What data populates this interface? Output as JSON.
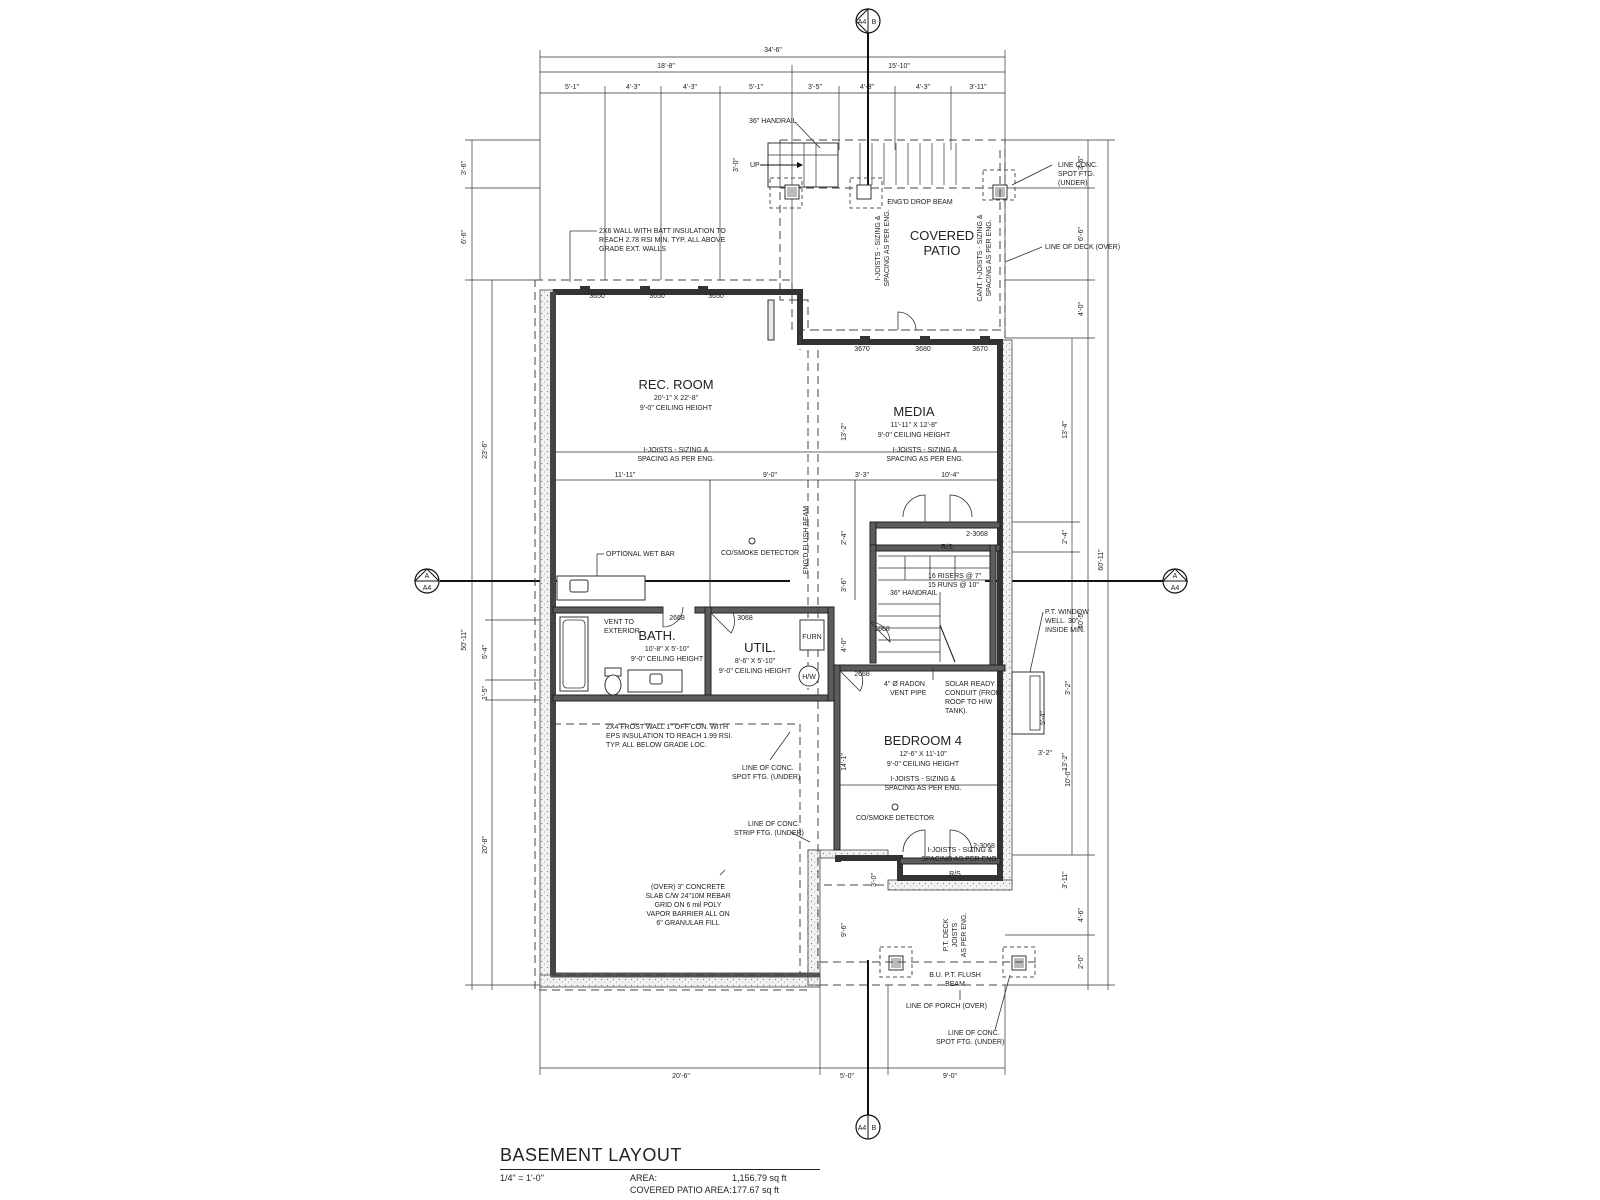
{
  "title": "BASEMENT LAYOUT",
  "scale": "1/4\" = 1'-0\"",
  "area_label": "AREA:",
  "area_value": "1,156.79 sq ft",
  "patio_label": "COVERED PATIO AREA:",
  "patio_value": "177.67 sq ft",
  "section_markers": {
    "top": {
      "sheet": "A4",
      "id": "B"
    },
    "bottom": {
      "sheet": "A4",
      "id": "B"
    },
    "left": {
      "sheet": "A4",
      "id": "A"
    },
    "right": {
      "sheet": "A4",
      "id": "A"
    }
  },
  "top_dims": {
    "overall": "34'-6\"",
    "left_part": "18'-8\"",
    "right_part": "15'-10\"",
    "segments": [
      "5'-1\"",
      "4'-3\"",
      "4'-3\"",
      "5'-1\"",
      "3'-5\"",
      "4'-3\"",
      "4'-3\"",
      "3'-11\""
    ]
  },
  "bottom_dims": [
    "20'-6\"",
    "5'-0\"",
    "9'-0\""
  ],
  "left_dims": [
    "3'-6\"",
    "6'-6\"",
    "23'-6\"",
    "50'-11\"",
    "5'-4\"",
    "1'-5\"",
    "20'-8\""
  ],
  "right_dims": [
    "3'-6\"",
    "6'-6\"",
    "4'-0\"",
    "13'-4\"",
    "2'-4\"",
    "60'-11\"",
    "40'-5\"",
    "13'-2\"",
    "3'-11\"",
    "4'-6\"",
    "2'-0\""
  ],
  "rooms": {
    "rec": {
      "name": "REC. ROOM",
      "size": "20'-1\" X 22'-8\"",
      "height": "9'-0\" CEILING HEIGHT"
    },
    "media": {
      "name": "MEDIA",
      "size": "11'-11\" X 12'-8\"",
      "height": "9'-0\" CEILING HEIGHT"
    },
    "bath": {
      "name": "BATH.",
      "size": "10'-8\" X 5'-10\"",
      "height": "9'-0\" CEILING HEIGHT"
    },
    "util": {
      "name": "UTIL.",
      "size": "8'-6\" X 5'-10\"",
      "height": "9'-0\" CEILING HEIGHT"
    },
    "bedroom": {
      "name": "BEDROOM 4",
      "size": "12'-6\" X 11'-10\"",
      "height": "9'-0\" CEILING HEIGHT"
    },
    "patio_line1": "COVERED",
    "patio_line2": "PATIO"
  },
  "windows": [
    "3650",
    "3650",
    "3650",
    "3670",
    "3680",
    "3670"
  ],
  "doors": [
    "2-3068",
    "2668",
    "3068",
    "2668",
    "2668",
    "2-3068"
  ],
  "interior_dims": [
    "11'-11\"",
    "9'-0\"",
    "3'-3\"",
    "10'-4\"",
    "13'-2\"",
    "2'-4\"",
    "3'-6\"",
    "4'-0\"",
    "14'-1\"",
    "3'-0\"",
    "9'-6\"",
    "3'-2\"",
    "5'-4\"",
    "3'-2\"",
    "10'-0\""
  ],
  "notes": {
    "handrail_top": "36\" HANDRAIL",
    "up": "UP",
    "up_dim": "3'-0\"",
    "line_conc_spot": [
      "LINE CONC.",
      "SPOT FTG.",
      "(UNDER)"
    ],
    "line_deck": "LINE OF DECK (OVER)",
    "eng_drop_beam": "ENG'D DROP BEAM",
    "ijoists_patio": [
      "I-JOISTS - SIZING &",
      "SPACING AS PER ENG."
    ],
    "cant_ijoists": [
      "CANT. I-JOISTS - SIZING &",
      "SPACING AS PER ENG."
    ],
    "wall_2x6": [
      "2X6 WALL WITH BATT INSULATION TO",
      "REACH 2.78 RSI MIN. TYP. ALL ABOVE",
      "GRADE EXT. WALLS"
    ],
    "ijoists_main": [
      "I-JOISTS - SIZING &",
      "SPACING AS PER ENG."
    ],
    "ijoists_media": [
      "I-JOISTS - SIZING &",
      "SPACING AS PER ENG."
    ],
    "wet_bar": "OPTIONAL WET BAR",
    "co_smoke": "CO/SMOKE DETECTOR",
    "flush_beam": "ENG'D FLUSH BEAM",
    "rs": "R/S",
    "risers": [
      "16 RISERS @ 7\"",
      "15 RUNS @ 10\""
    ],
    "handrail_stair": "36\" HANDRAIL",
    "vent": [
      "VENT TO",
      "EXTERIOR"
    ],
    "furn": "FURN",
    "hw": "H/W",
    "radon": [
      "4\" Ø RADON",
      "VENT PIPE"
    ],
    "solar": [
      "SOLAR READY",
      "CONDUIT (FROM",
      "ROOF TO H/W",
      "TANK)."
    ],
    "pt_window": [
      "P.T. WINDOW",
      "WELL. 30\"",
      "INSIDE MIN."
    ],
    "frost_wall": [
      "2X4 FROST WALL 1\" OFF CON. WITH",
      "EPS INSULATION TO  REACH 1.99 RSI.",
      "TYP. ALL BELOW GRADE LOC."
    ],
    "line_spot_ftg": [
      "LINE OF CONC.",
      "SPOT FTG. (UNDER)"
    ],
    "line_strip_ftg": [
      "LINE OF CONC.",
      "STRIP FTG. (UNDER)"
    ],
    "slab": [
      "(OVER) 3\" CONCRETE",
      "SLAB C/W 24\"10M REBAR",
      "GRID ON 6 mil POLY",
      "VAPOR BARRIER ALL ON",
      "6\" GRANULAR FILL"
    ],
    "ijoists_bed": [
      "I-JOISTS - SIZING &",
      "SPACING AS PER ENG."
    ],
    "co_smoke_bed": "CO/SMOKE DETECTOR",
    "ijoists_bed2": [
      "I-JOISTS - SIZING &",
      "SPACING AS PER ENG."
    ],
    "rs_bed": "R/S",
    "pt_deck": [
      "P.T. DECK",
      "JOISTS",
      "AS PER ENG."
    ],
    "bu_beam": [
      "B.U. P.T. FLUSH",
      "BEAM"
    ],
    "line_porch": "LINE OF PORCH (OVER)",
    "line_conc_bottom": [
      "LINE OF CONC.",
      "SPOT FTG. (UNDER)"
    ]
  }
}
